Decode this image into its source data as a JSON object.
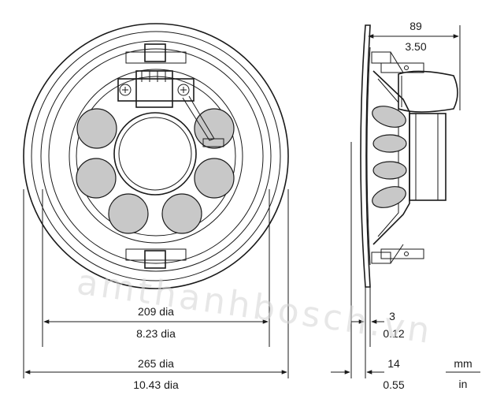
{
  "front_view": {
    "inner_diameter": {
      "mm": "209 dia",
      "in": "8.23 dia"
    },
    "outer_diameter": {
      "mm": "265 dia",
      "in": "10.43 dia"
    }
  },
  "side_view": {
    "depth": {
      "mm": "89",
      "in": "3.50"
    },
    "flange": {
      "mm": "3",
      "in": "0.12"
    },
    "lip": {
      "mm": "14",
      "in": "0.55"
    }
  },
  "units": {
    "metric": "mm",
    "imperial": "in"
  },
  "watermark": "amthanhbosch.vn"
}
